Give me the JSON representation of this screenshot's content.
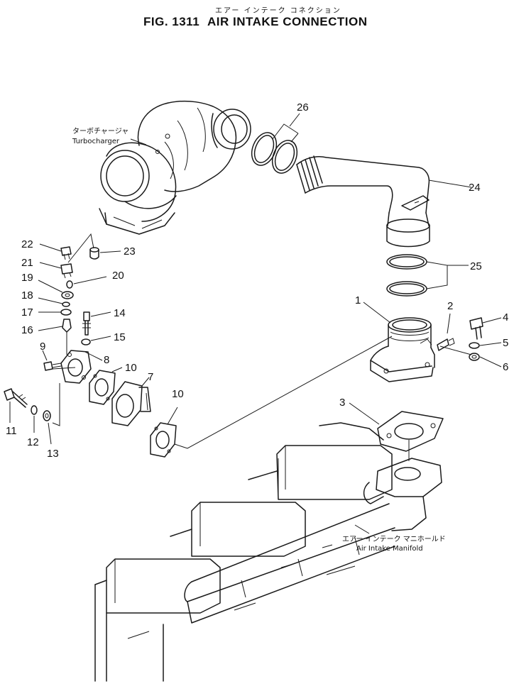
{
  "header": {
    "jp_title": "エアー インテーク コネクション",
    "fig_number": "FIG. 1311",
    "title": "AIR INTAKE CONNECTION"
  },
  "captions": {
    "turbocharger_jp": "ターボチャージャ",
    "turbocharger": "Turbocharger",
    "manifold_jp": "エアー インテーク マニホールド",
    "manifold": "Air Intake Manifold"
  },
  "callouts": {
    "c1": "1",
    "c2": "2",
    "c3": "3",
    "c4": "4",
    "c5": "5",
    "c6": "6",
    "c7": "7",
    "c8": "8",
    "c9": "9",
    "c10a": "10",
    "c10b": "10",
    "c11": "11",
    "c12": "12",
    "c13": "13",
    "c14": "14",
    "c15": "15",
    "c16": "16",
    "c17": "17",
    "c18": "18",
    "c19": "19",
    "c20": "20",
    "c21": "21",
    "c22": "22",
    "c23": "23",
    "c24": "24",
    "c25": "25",
    "c26": "26"
  }
}
